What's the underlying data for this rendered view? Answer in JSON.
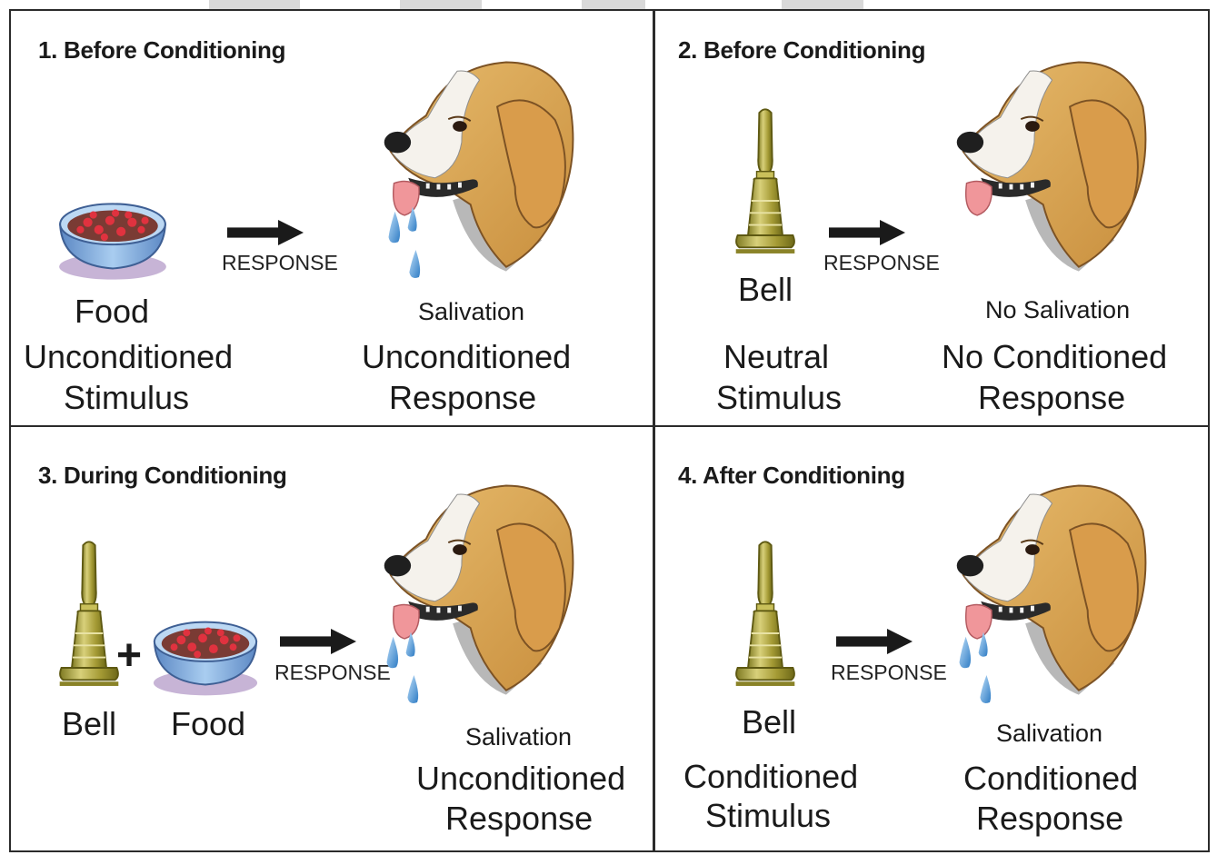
{
  "panels": [
    {
      "title": "1. Before Conditioning",
      "stimulus_item": "Food",
      "stimulus_line1": "Unconditioned",
      "stimulus_line2": "Stimulus",
      "response_arrow": "RESPONSE",
      "reaction": "Salivation",
      "response_line1": "Unconditioned",
      "response_line2": "Response"
    },
    {
      "title": "2. Before Conditioning",
      "stimulus_item": "Bell",
      "stimulus_line1": "Neutral",
      "stimulus_line2": "Stimulus",
      "response_arrow": "RESPONSE",
      "reaction": "No Salivation",
      "response_line1": "No Conditioned",
      "response_line2": "Response"
    },
    {
      "title": "3. During Conditioning",
      "stimulus_item_a": "Bell",
      "plus": "+",
      "stimulus_item_b": "Food",
      "response_arrow": "RESPONSE",
      "reaction": "Salivation",
      "response_line1": "Unconditioned",
      "response_line2": "Response"
    },
    {
      "title": "4. After Conditioning",
      "stimulus_item": "Bell",
      "stimulus_line1": "Conditioned",
      "stimulus_line2": "Stimulus",
      "response_arrow": "RESPONSE",
      "reaction": "Salivation",
      "response_line1": "Conditioned",
      "response_line2": "Response"
    }
  ],
  "colors": {
    "dog_fur": "#d9a856",
    "dog_white": "#f4f1ea",
    "bowl_blue": "#8fb7e3",
    "food_red": "#d8303c",
    "bell_gold": "#b5a93c",
    "drop_blue": "#5aa0d8"
  },
  "icons": [
    "food-bowl-icon",
    "bell-icon",
    "dog-head-icon",
    "saliva-drops-icon",
    "right-arrow-icon"
  ]
}
